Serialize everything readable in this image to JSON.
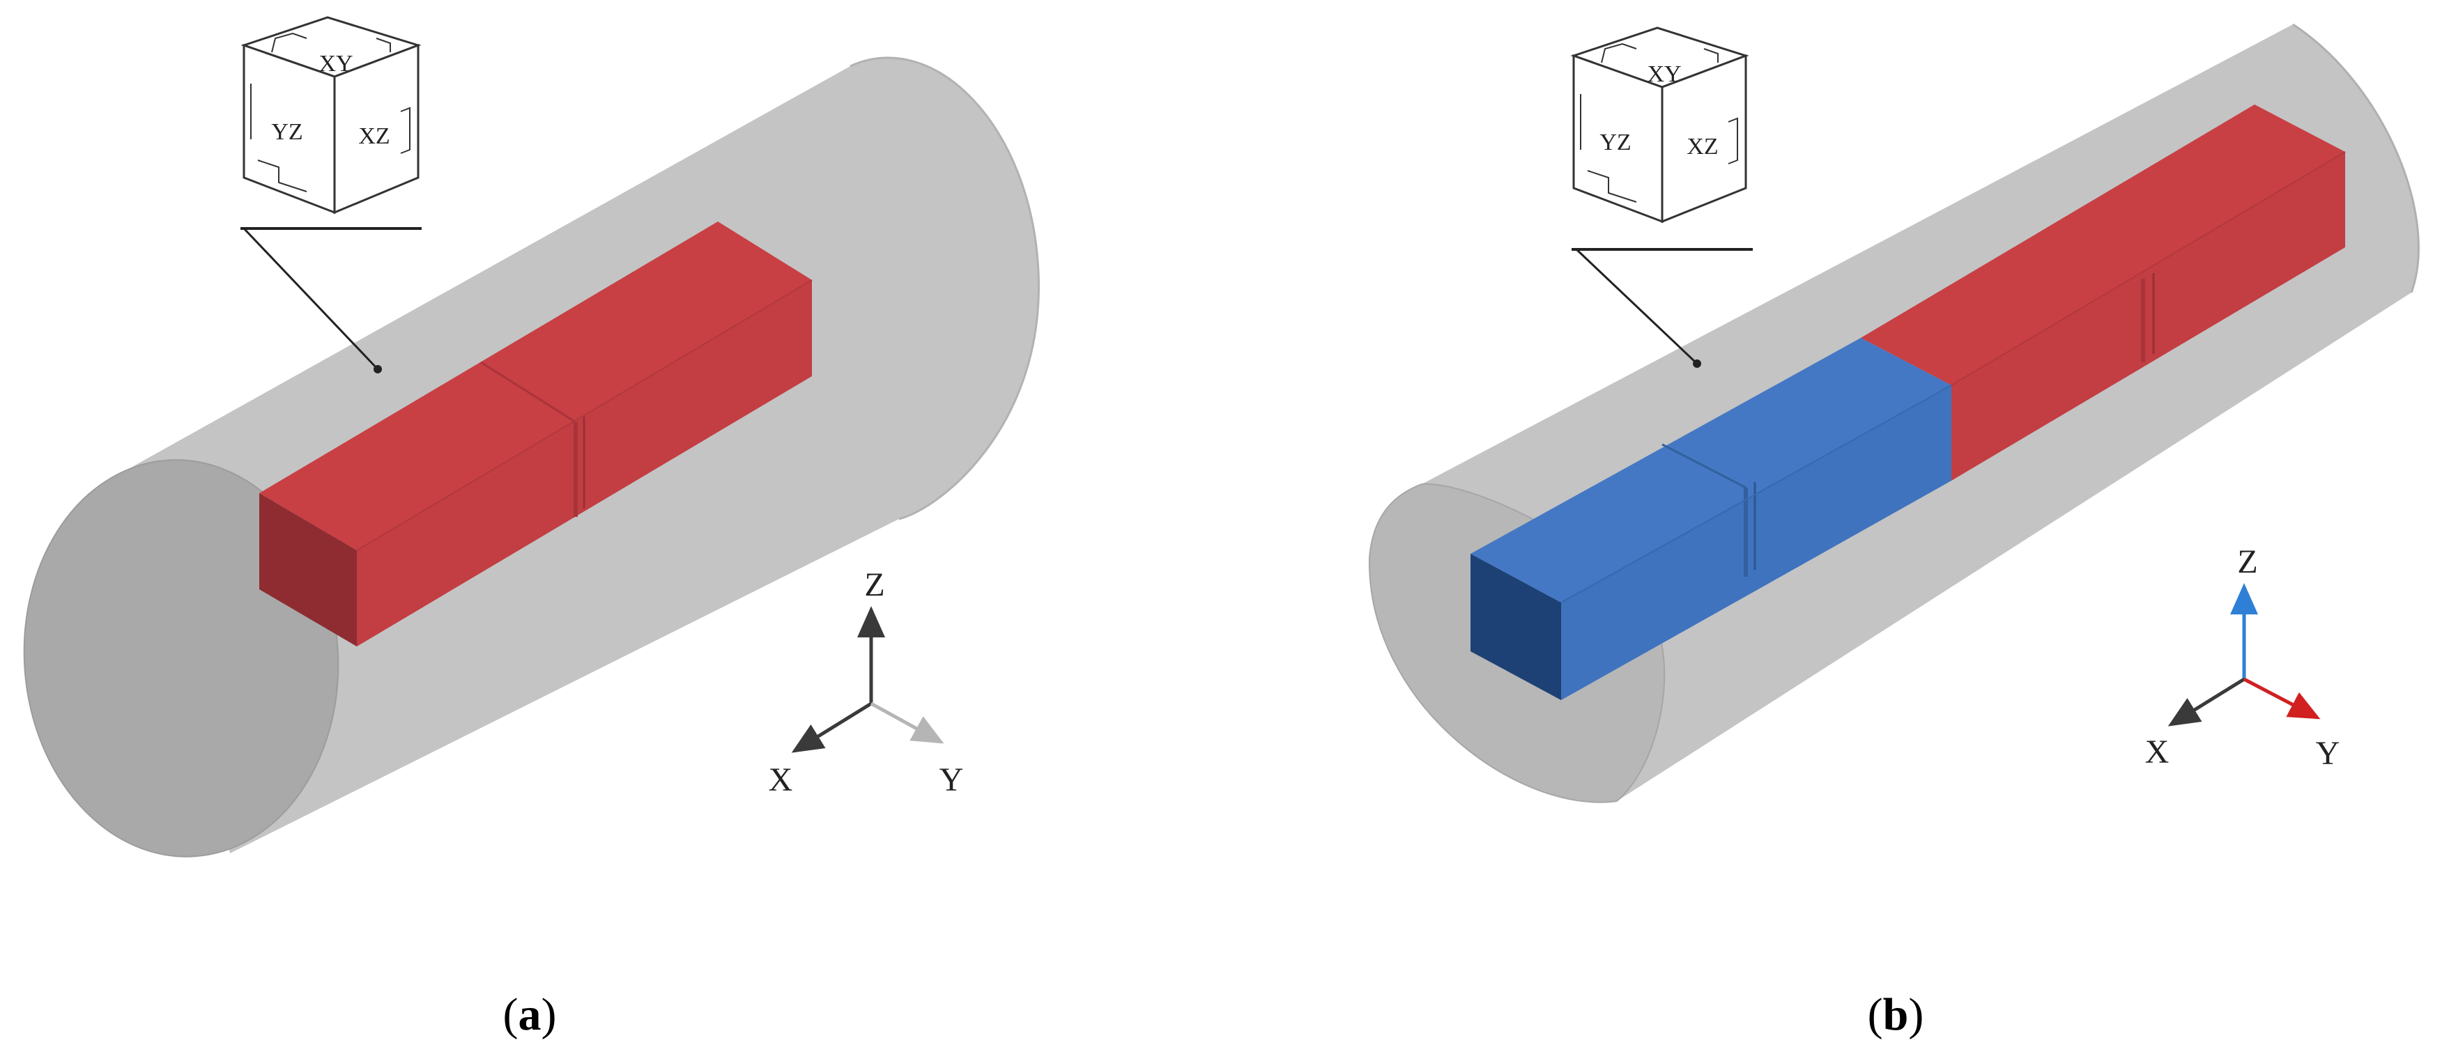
{
  "panels": [
    {
      "id": "a",
      "caption_open": "(",
      "caption_letter": "a",
      "caption_close": ")",
      "view_cube": {
        "top": "XY",
        "left": "YZ",
        "right": "XZ"
      },
      "axes": {
        "z": "Z",
        "x": "X",
        "y": "Y"
      }
    },
    {
      "id": "b",
      "caption_open": "(",
      "caption_letter": "b",
      "caption_close": ")",
      "view_cube": {
        "top": "XY",
        "left": "YZ",
        "right": "XZ"
      },
      "axes": {
        "z": "Z",
        "x": "X",
        "y": "Y"
      }
    }
  ],
  "colors": {
    "body_gray": "#c4c4c4",
    "body_end": "#a9a9a9",
    "magnet_red": "#c84044",
    "magnet_blue": "#3f73be",
    "axis_z_b": "#2f7fd6",
    "axis_y_b": "#d02020",
    "axis_dark": "#444444"
  }
}
